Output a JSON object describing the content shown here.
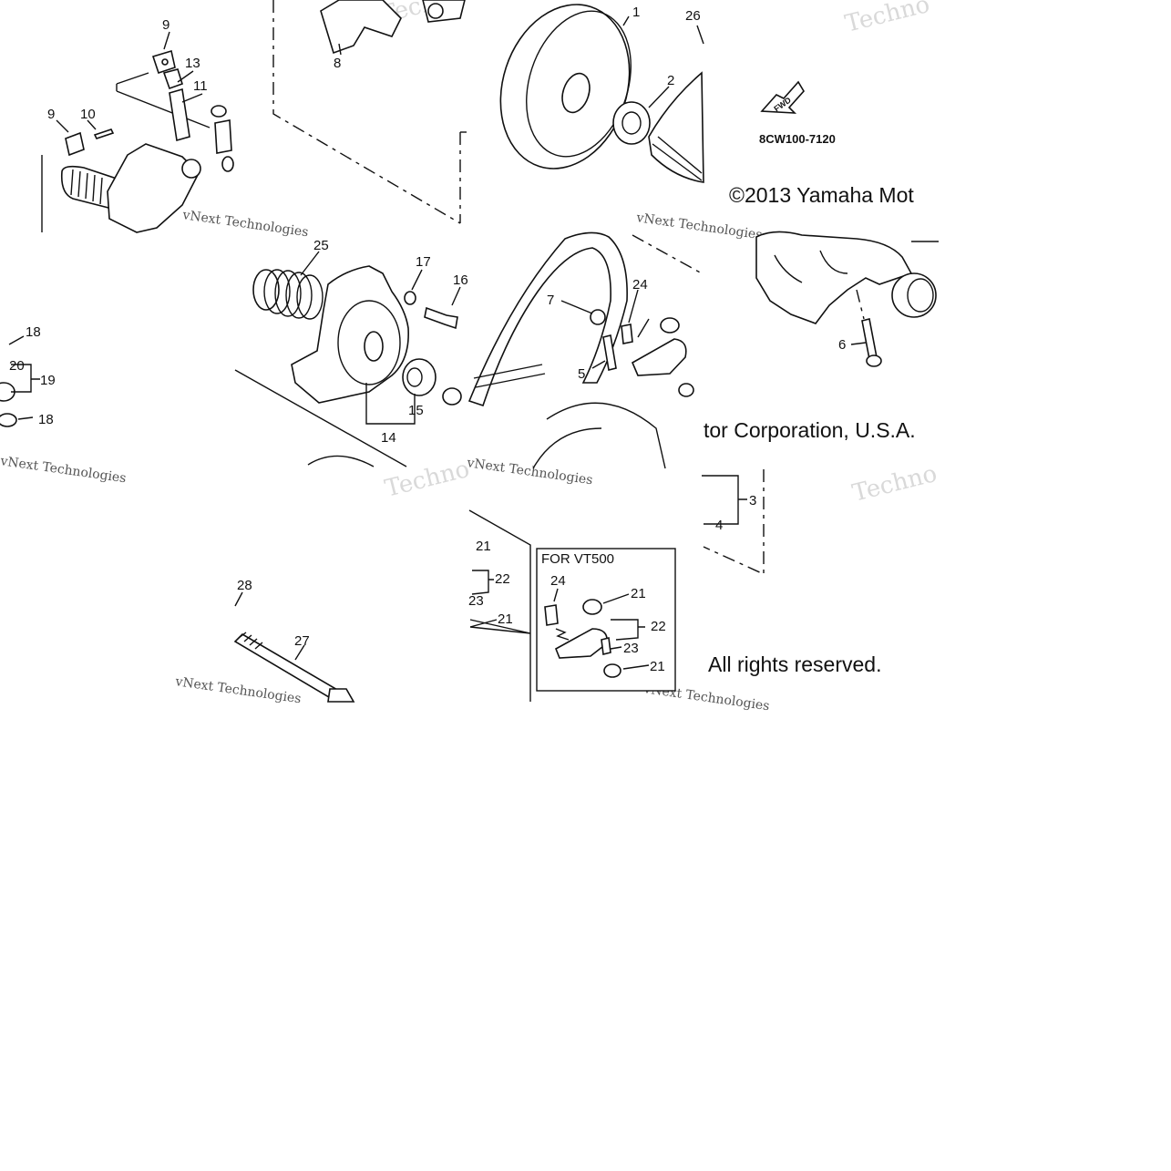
{
  "diagram": {
    "part_code": "8CW100-7120",
    "fwd_label": "FWD",
    "copyright_line1": "©2013 Yamaha Mot",
    "copyright_line2": "tor Corporation, U.S.A.",
    "copyright_line3": "All rights reserved.",
    "inset_title": "FOR VT500",
    "watermark_main": "Techno",
    "watermark_sub": "vNext Technologies",
    "callouts": {
      "c9a": "9",
      "c13": "13",
      "c11": "11",
      "c9b": "9",
      "c10": "10",
      "c8": "8",
      "c1": "1",
      "c26": "26",
      "c2": "2",
      "c18a": "18",
      "c20": "20",
      "c19": "19",
      "c18b": "18",
      "c25": "25",
      "c17": "17",
      "c16": "16",
      "c15": "15",
      "c14": "14",
      "c7": "7",
      "c24": "24",
      "c5": "5",
      "c6": "6",
      "c3": "3",
      "c4": "4",
      "c28": "28",
      "c27": "27",
      "c21a": "21",
      "c22a": "22",
      "c23a": "23",
      "c21b": "21",
      "c24i": "24",
      "c21i": "21",
      "c22i": "22",
      "c23i": "23",
      "c21j": "21"
    }
  }
}
